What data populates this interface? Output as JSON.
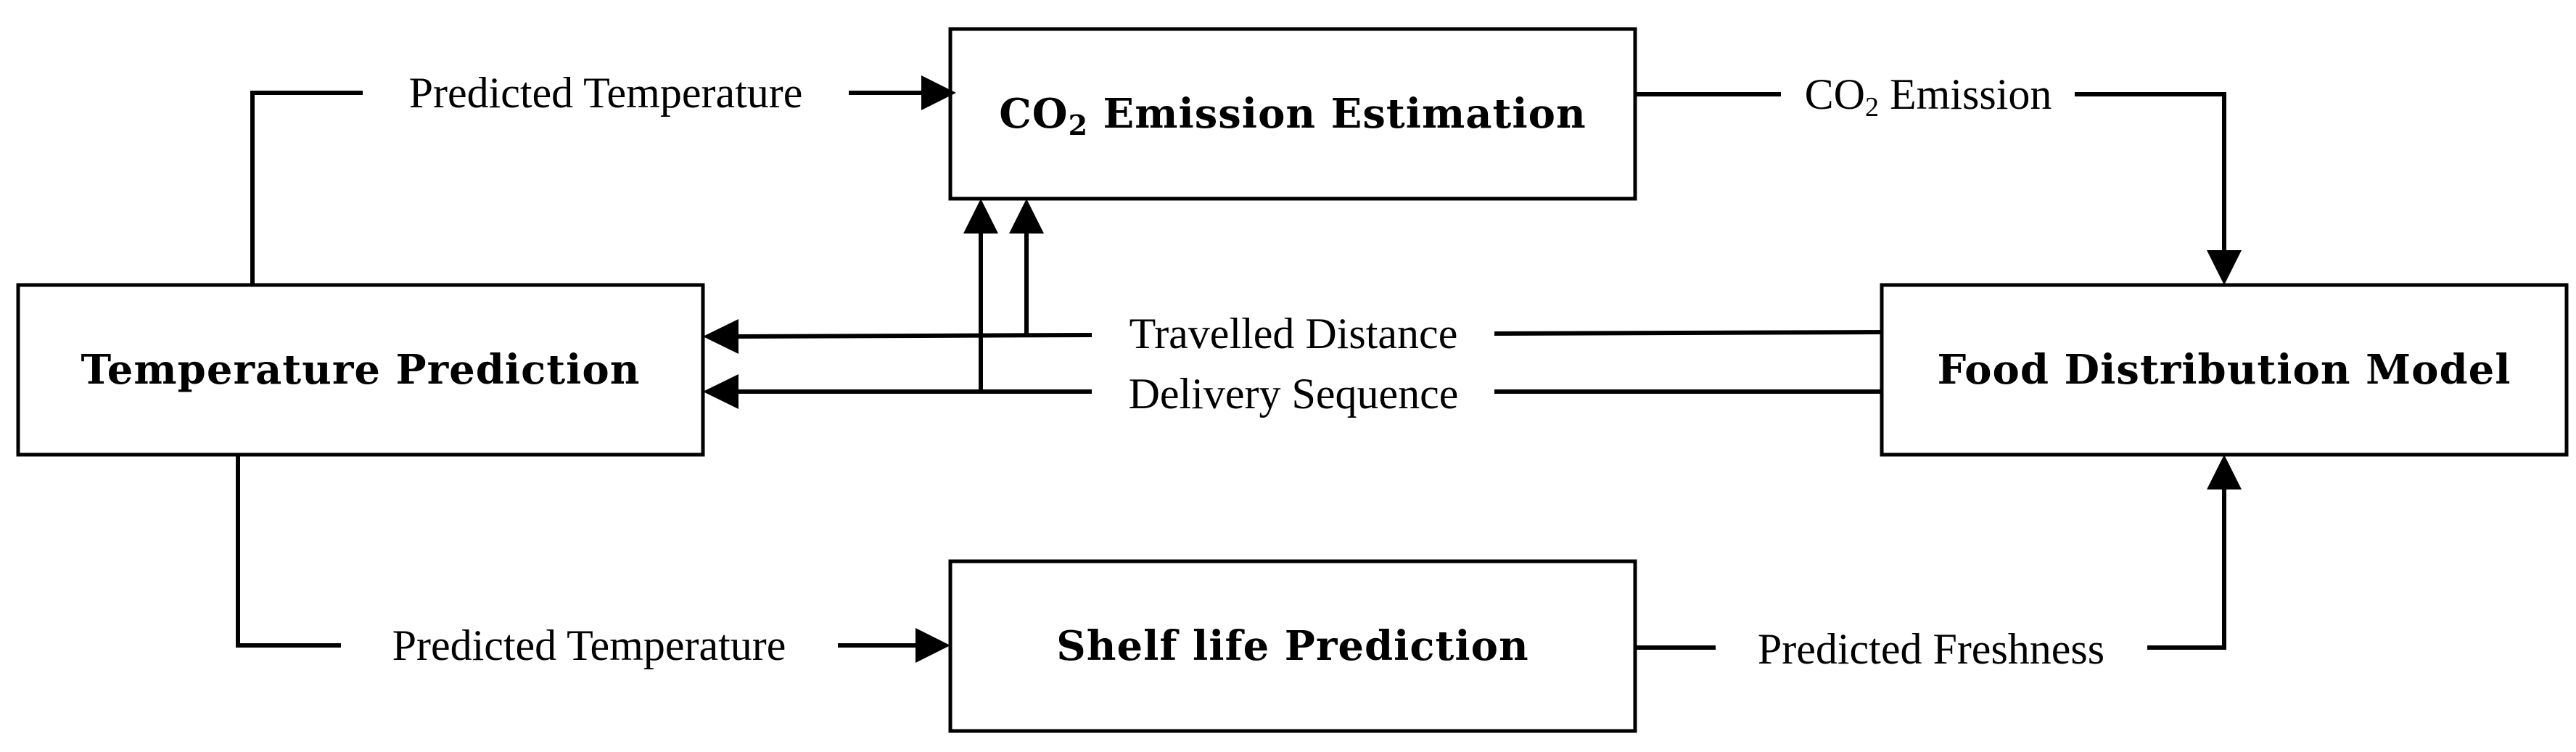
{
  "boxes": {
    "co2_estimation": {
      "main": "CO",
      "sub": "2",
      "rest": " Emission Estimation"
    },
    "temperature_prediction": "Temperature Prediction",
    "food_distribution": "Food Distribution Model",
    "shelf_life": "Shelf life Prediction"
  },
  "edges": {
    "predicted_temperature_top": "Predicted Temperature",
    "co2_emission": {
      "main": "CO",
      "sub": "2",
      "rest": " Emission"
    },
    "travelled_distance": "Travelled Distance",
    "delivery_sequence": "Delivery Sequence",
    "predicted_temperature_bottom": "Predicted Temperature",
    "predicted_freshness": "Predicted Freshness"
  },
  "colors": {
    "stroke": "#000000",
    "background": "#ffffff"
  }
}
